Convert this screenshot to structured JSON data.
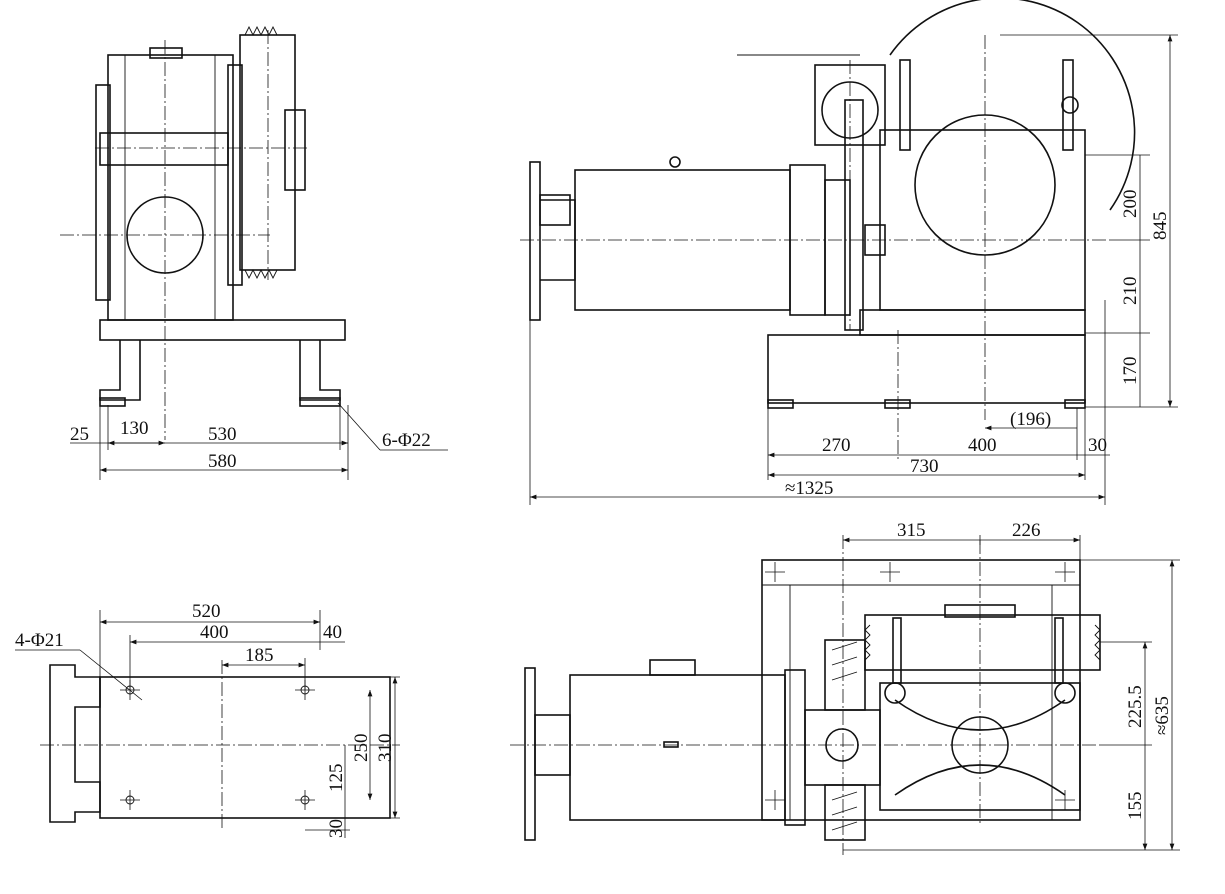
{
  "side_view": {
    "dims": {
      "d25": "25",
      "d130": "130",
      "d530": "530",
      "d580": "580",
      "holes": "6-Φ22"
    }
  },
  "front_view": {
    "dims": {
      "d196": "(196)",
      "d270": "270",
      "d400": "400",
      "d730": "730",
      "d30": "30",
      "d1325": "≈1325",
      "d200": "200",
      "d210": "210",
      "d170": "170",
      "d845": "845"
    }
  },
  "base_plan": {
    "dims": {
      "d520": "520",
      "d400": "400",
      "d185": "185",
      "d40": "40",
      "holes": "4-Φ21",
      "d125": "125",
      "d250": "250",
      "d310": "310",
      "d30": "30"
    }
  },
  "top_view": {
    "dims": {
      "d315": "315",
      "d226": "226",
      "d225_5": "225.5",
      "d155": "155",
      "d635": "≈635"
    }
  }
}
